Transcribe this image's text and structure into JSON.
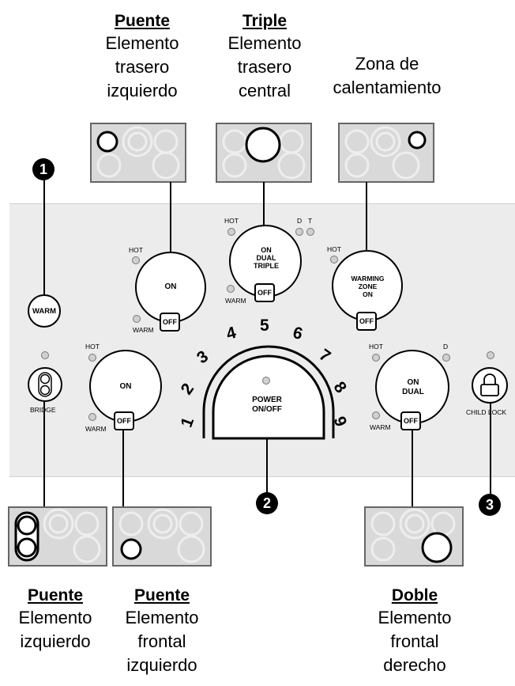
{
  "top_labels": [
    {
      "title": "Puente",
      "desc": "Elemento\ntrasero\nizquierdo"
    },
    {
      "title": "Triple",
      "desc": "Elemento\ntrasero\ncentral"
    },
    {
      "title": "",
      "desc": "Zona de\ncalentamiento"
    }
  ],
  "bottom_labels": [
    {
      "title": "Puente",
      "desc": "Elemento\nizquierdo"
    },
    {
      "title": "Puente",
      "desc": "Elemento\nfrontal\nizquierdo"
    },
    {
      "title": "Doble",
      "desc": "Elemento\nfrontal\nderecho"
    }
  ],
  "callouts": [
    "1",
    "2",
    "3"
  ],
  "controls": {
    "hot": "HOT",
    "warm": "WARM",
    "on": "ON",
    "off": "OFF",
    "on_dual_triple": "ON\nDUAL\nTRIPLE",
    "warming_zone_on": "WARMING\nZONE\nON",
    "on_dual": "ON\nDUAL",
    "d": "D",
    "t": "T",
    "warm_button": "WARM",
    "bridge": "BRIDGE",
    "child_lock": "CHILD LOCK",
    "power": "POWER\nON/OFF"
  },
  "power_levels": [
    "1",
    "2",
    "3",
    "4",
    "5",
    "6",
    "7",
    "8",
    "9"
  ]
}
